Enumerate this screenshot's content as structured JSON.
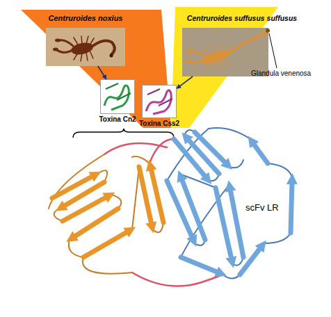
{
  "diagram": {
    "nodes": [
      {
        "text": [
          "Centruroides noxius"
        ]
      },
      {
        "text": [
          "Toxina Cn2"
        ]
      },
      {
        "text": [
          "Centruroides suffusus suffusus"
        ]
      },
      {
        "text": [
          "Toxina Css2"
        ]
      }
    ],
    "edges": [
      {
        "from": 0,
        "to": 1,
        "arrow": "to"
      },
      {
        "from": 2,
        "to": 3,
        "arrow": "to"
      }
    ],
    "labels": [
      "Glandula venenosa",
      "scFv LR"
    ]
  }
}
